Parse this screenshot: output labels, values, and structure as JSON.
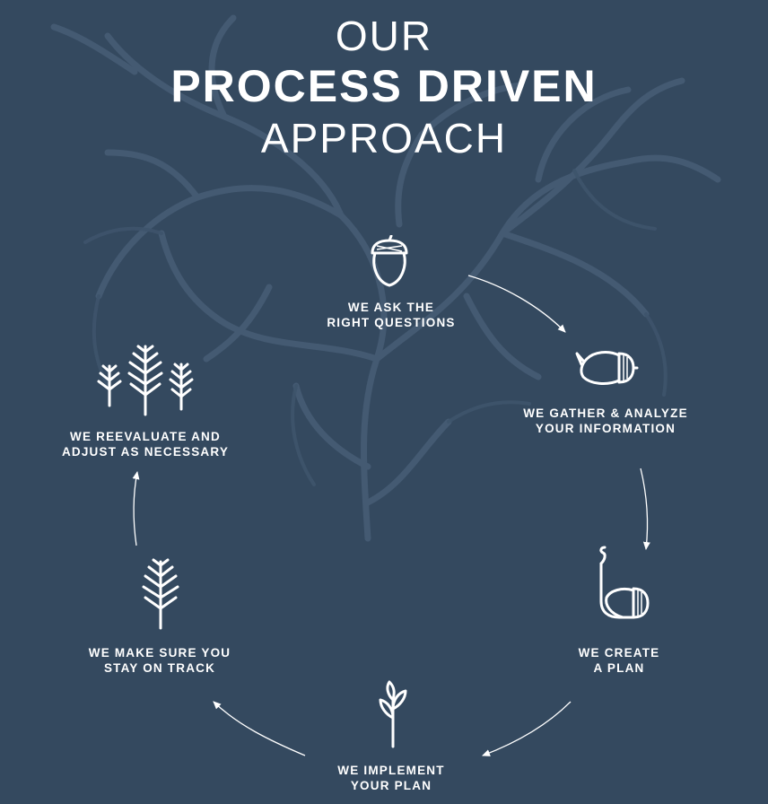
{
  "title": {
    "line1": "OUR",
    "line2": "PROCESS DRIVEN",
    "line3": "APPROACH"
  },
  "steps": [
    {
      "line1": "WE ASK THE",
      "line2": "RIGHT QUESTIONS",
      "icon": "acorn-icon"
    },
    {
      "line1": "WE GATHER & ANALYZE",
      "line2": "YOUR INFORMATION",
      "icon": "cracking-acorn-icon"
    },
    {
      "line1": "WE CREATE",
      "line2": "A PLAN",
      "icon": "sprouting-acorn-icon"
    },
    {
      "line1": "WE IMPLEMENT",
      "line2": "YOUR PLAN",
      "icon": "sapling-icon"
    },
    {
      "line1": "WE MAKE SURE YOU",
      "line2": "STAY ON TRACK",
      "icon": "young-tree-icon"
    },
    {
      "line1": "WE REEVALUATE AND",
      "line2": "ADJUST AS NECESSARY",
      "icon": "three-trees-icon"
    }
  ],
  "colors": {
    "background": "#34495f",
    "foreground": "#ffffff",
    "roots": "#4a6079"
  }
}
